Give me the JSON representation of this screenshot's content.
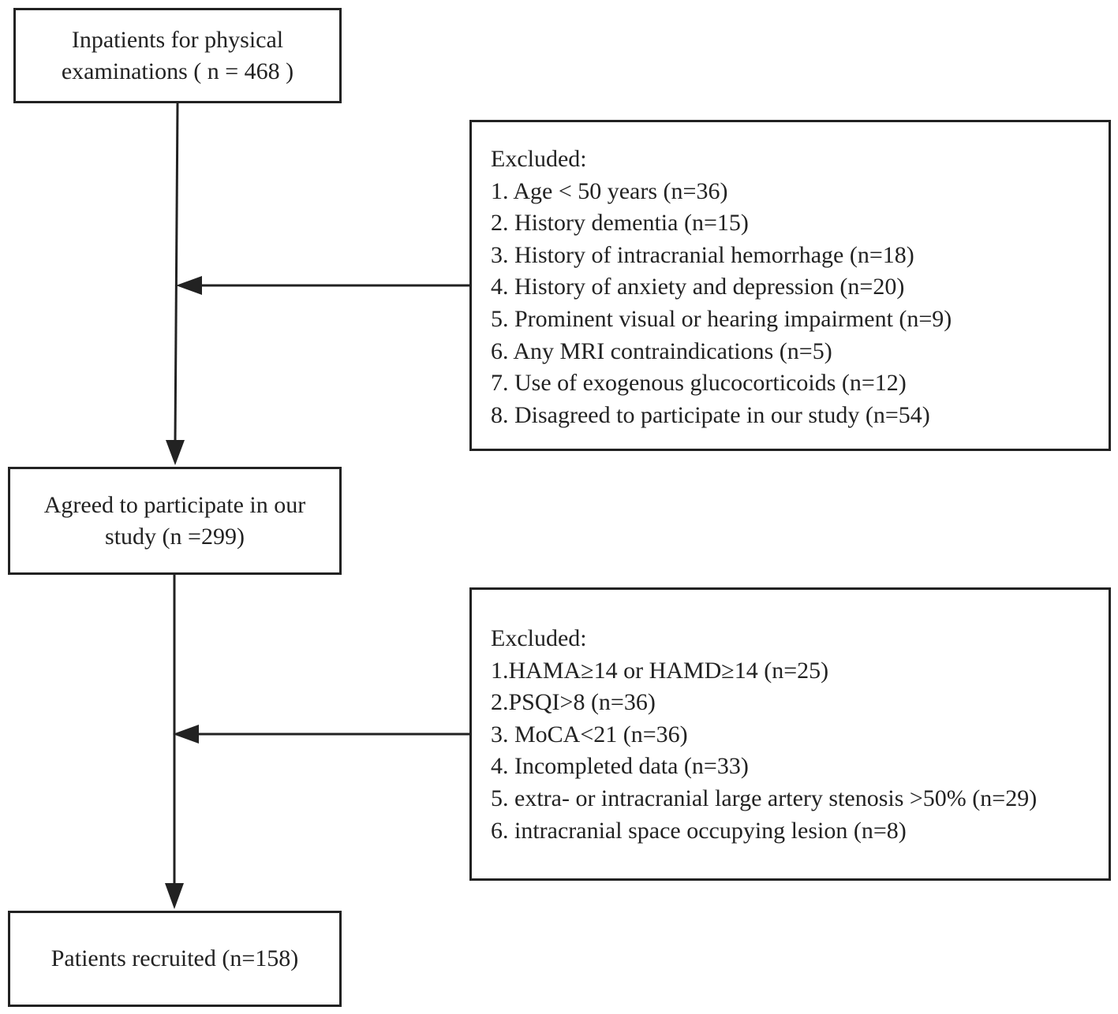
{
  "boxes": {
    "inpatients": {
      "text": "Inpatients for physical examinations ( n = 468 )"
    },
    "agreed": {
      "text": "Agreed to participate in our study (n =299)"
    },
    "recruited": {
      "text": "Patients recruited (n=158)"
    }
  },
  "exclusion_1": {
    "heading": "Excluded:",
    "items": [
      "1. Age < 50 years (n=36)",
      "2. History dementia (n=15)",
      "3. History of intracranial hemorrhage (n=18)",
      "4. History of anxiety and depression (n=20)",
      "5. Prominent visual or hearing impairment (n=9)",
      "6. Any MRI contraindications (n=5)",
      "7. Use of exogenous glucocorticoids (n=12)",
      "8. Disagreed to participate in our study (n=54)"
    ]
  },
  "exclusion_2": {
    "heading": "Excluded:",
    "items": [
      "1.HAMA≥14 or HAMD≥14 (n=25)",
      "2.PSQI>8 (n=36)",
      "3. MoCA<21 (n=36)",
      "4. Incompleted data (n=33)",
      "5. extra- or intracranial large artery stenosis >50% (n=29)",
      "6. intracranial space occupying lesion (n=8)"
    ]
  }
}
